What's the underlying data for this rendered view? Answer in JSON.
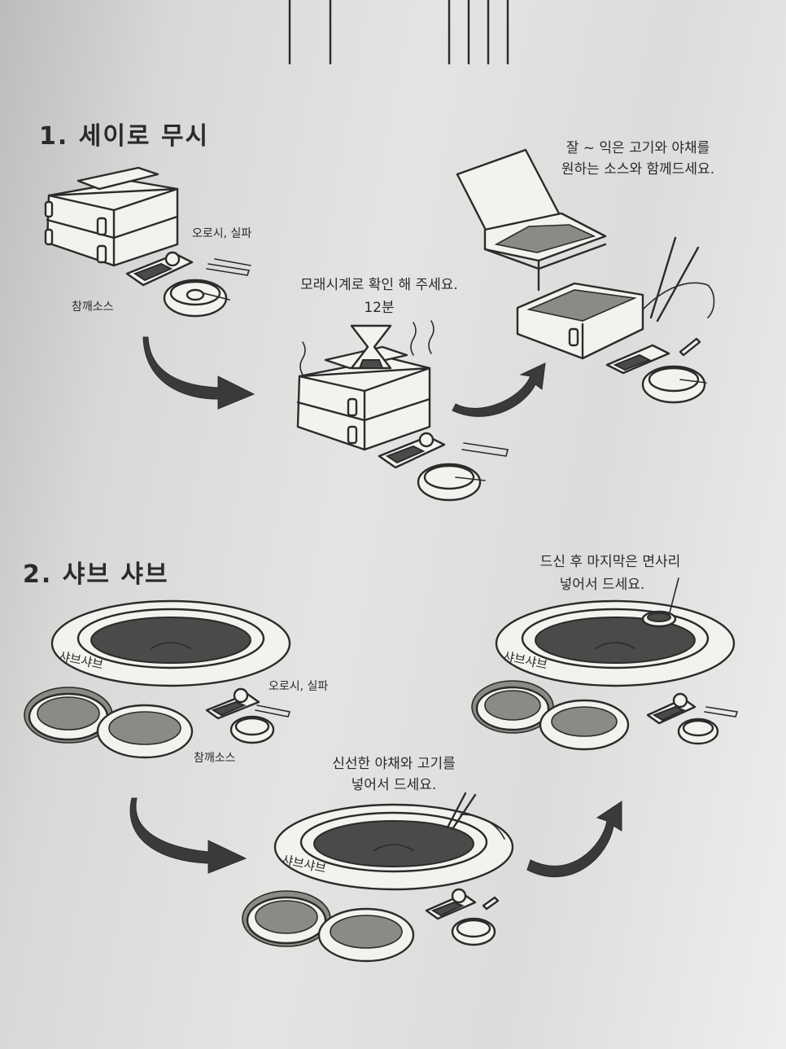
{
  "section1": {
    "title": "1. 세이로 무시",
    "labels": {
      "side": "오로시, 실파",
      "sauce": "참깨소스",
      "timer": "모래시계로 확인 해 주세요.",
      "minutes": "12분",
      "finish_line1": "잘 ~ 익은 고기와 야채를",
      "finish_line2": "원하는 소스와 함께드세요."
    }
  },
  "section2": {
    "title": "2. 샤브 샤브",
    "labels": {
      "side": "오로시, 실파",
      "sauce": "참깨소스",
      "add_line1": "신선한 야채와 고기를",
      "add_line2": "넣어서 드세요.",
      "noodle_line1": "드신 후 마지막은 면사리",
      "noodle_line2": "넣어서 드세요."
    },
    "pot_text": "샤브샤브"
  }
}
